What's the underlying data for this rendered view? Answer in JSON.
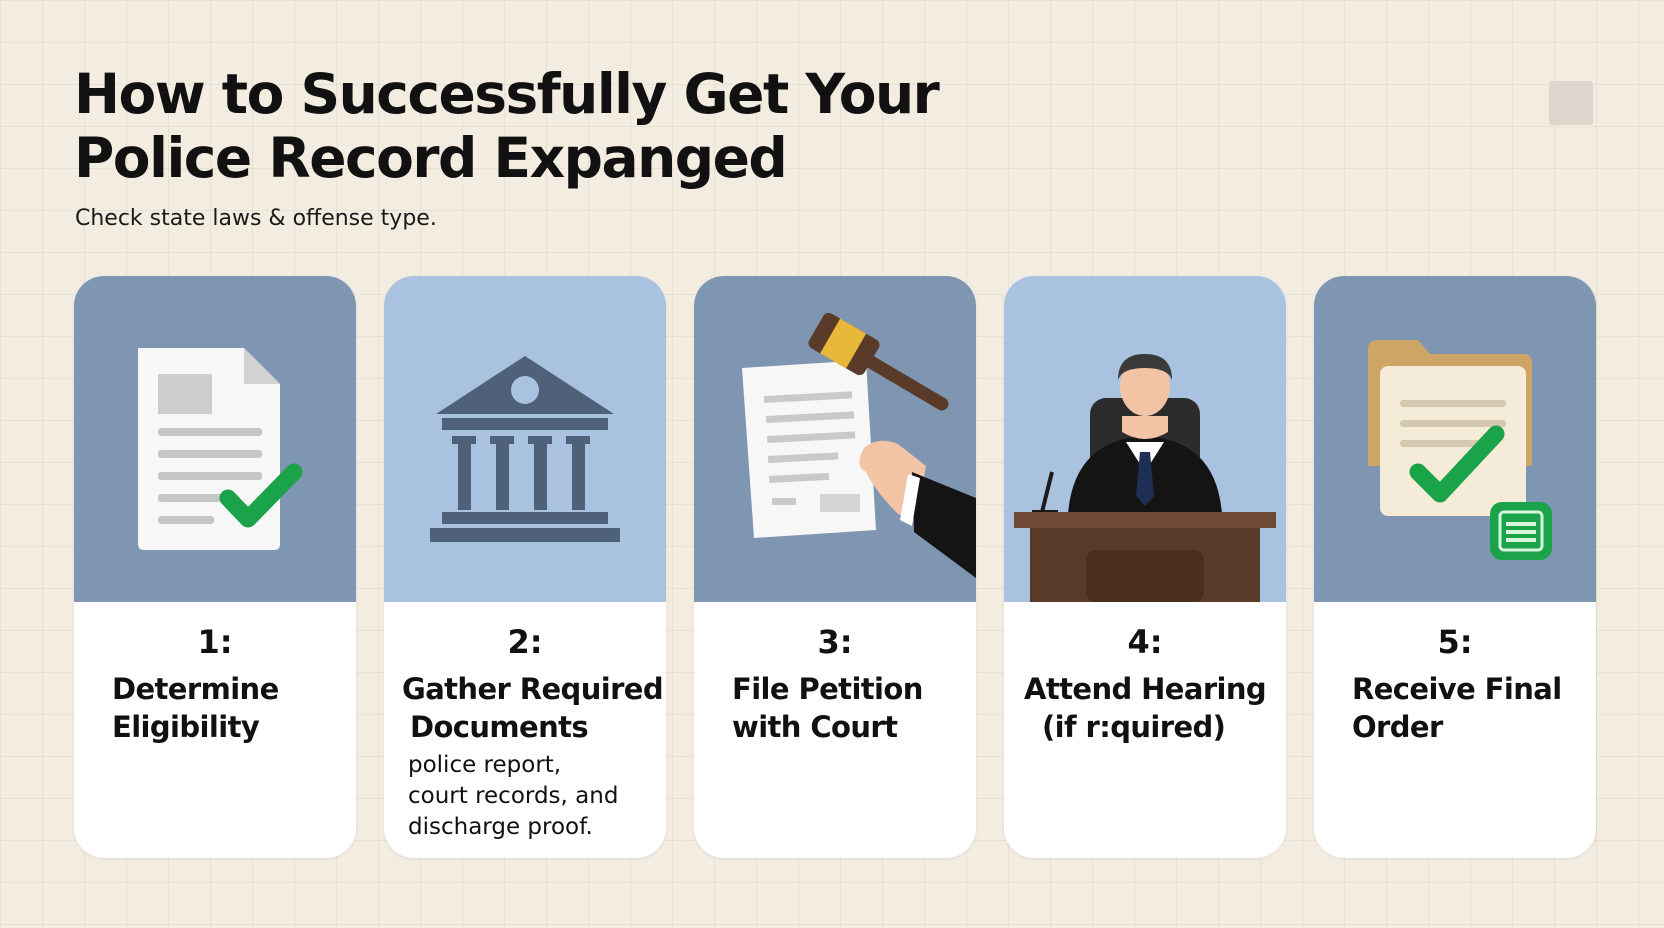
{
  "header": {
    "title_line1": "How to Successfully Get Your",
    "title_line2": "Police Record Expanged",
    "subtitle": "Check state laws & offense type."
  },
  "colors": {
    "background": "#f3ede1",
    "panel_dark": "#7f96b2",
    "panel_light": "#a8c2e0",
    "check_green": "#1aa348"
  },
  "steps": [
    {
      "number": "1:",
      "title_lines": [
        "Determine",
        "Eligibility"
      ],
      "desc_lines": [],
      "icon": "document-check-icon"
    },
    {
      "number": "2:",
      "title_lines": [
        "Gather Required",
        "Documents"
      ],
      "desc_lines": [
        "police report,",
        "court records, and",
        "discharge proof."
      ],
      "icon": "courthouse-icon"
    },
    {
      "number": "3:",
      "title_lines": [
        "File Petition",
        "with Court"
      ],
      "desc_lines": [],
      "icon": "gavel-petition-icon"
    },
    {
      "number": "4:",
      "title_lines": [
        "Attend Hearing",
        "(if r:quired)"
      ],
      "desc_lines": [],
      "icon": "judge-icon"
    },
    {
      "number": "5:",
      "title_lines": [
        "Receive Final",
        "Order"
      ],
      "desc_lines": [],
      "icon": "folder-check-icon"
    }
  ]
}
